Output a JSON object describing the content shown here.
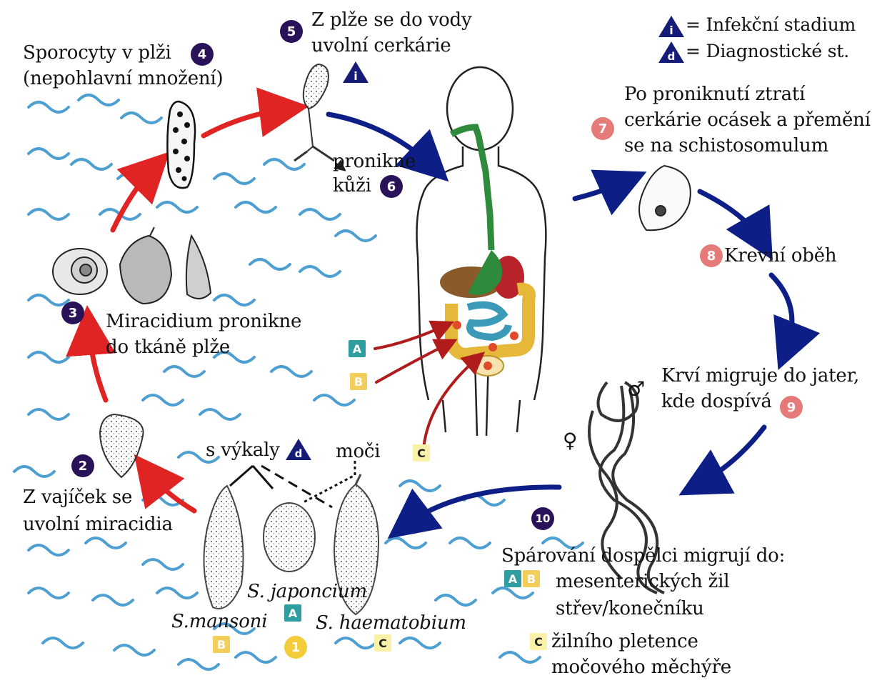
{
  "colors": {
    "water": "#2f8fc9",
    "red_arrow": "#e02323",
    "blue_arrow": "#0d1f86",
    "intestine_green": "#2e8b3b",
    "stage_dark": "#2a1258",
    "stage_pink": "#e47b78",
    "badge_a": "#2f9ea0",
    "badge_b": "#f2cf5b",
    "badge_c": "#faf1a8"
  },
  "legend": {
    "infective_symbol": "i",
    "infective_text": "= Infekční stadium",
    "diagnostic_symbol": "d",
    "diagnostic_text": "= Diagnostické st."
  },
  "stages": [
    {
      "num": "1",
      "lines": []
    },
    {
      "num": "2",
      "lines": [
        "Z vajíček se",
        "uvolní miracidia"
      ]
    },
    {
      "num": "3",
      "lines": [
        "Miracidium pronikne",
        "do tkáně plže"
      ]
    },
    {
      "num": "4",
      "lines": [
        "Sporocyty v plži",
        "(nepohlavní množení)"
      ]
    },
    {
      "num": "5",
      "lines": [
        "Z plže se do vody",
        "uvolní cerkárie"
      ]
    },
    {
      "num": "6",
      "lines": [
        "pronikne",
        "kůži"
      ]
    },
    {
      "num": "7",
      "lines": [
        "Po proniknutí ztratí",
        "cerkárie ocásek a přemění",
        "se na schistosomulum"
      ]
    },
    {
      "num": "8",
      "lines": [
        "Krevní oběh"
      ]
    },
    {
      "num": "9",
      "lines": [
        "Krví migruje do jater,",
        "kde dospívá"
      ]
    },
    {
      "num": "10",
      "lines": [
        "Spárování dospělci migrují do:"
      ]
    }
  ],
  "eggs": {
    "stool_label": "s výkaly",
    "urine_label": "moči",
    "species": [
      {
        "name": "S.mansoni",
        "badge": "B"
      },
      {
        "name": "S. japoncium",
        "badge": "A"
      },
      {
        "name": "S. haematobium",
        "badge": "C"
      }
    ]
  },
  "body_badges": [
    "A",
    "B",
    "C"
  ],
  "destinations": [
    {
      "badges": [
        "A",
        "B"
      ],
      "lines": [
        "mesenterických žil",
        "střev/konečníku"
      ]
    },
    {
      "badges": [
        "C"
      ],
      "lines": [
        "žilního pletence",
        "močového měchýře"
      ]
    }
  ],
  "sex_symbols": {
    "male": "♂",
    "female": "♀"
  }
}
